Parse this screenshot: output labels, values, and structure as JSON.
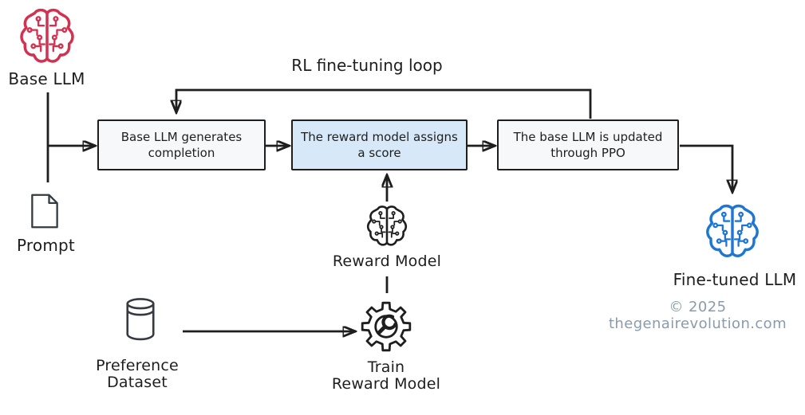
{
  "diagram": {
    "loop_label": "RL fine-tuning loop",
    "ink_color": "#1e1e1e",
    "boxes": {
      "generate": {
        "text": "Base LLM generates\ncompletion",
        "fill": "#f6f8fa"
      },
      "score": {
        "text": "The reward model assigns\na score",
        "fill": "#d7e9f8"
      },
      "ppo": {
        "text": "The base LLM is updated\nthrough PPO",
        "fill": "#f6f8fa"
      }
    },
    "nodes": {
      "base_llm": {
        "label": "Base LLM",
        "color": "#d23150",
        "icon": "brain-circuit-icon"
      },
      "prompt": {
        "label": "Prompt",
        "color": "#343a40",
        "icon": "document-icon"
      },
      "reward_model": {
        "label": "Reward Model",
        "color": "#1e1e1e",
        "icon": "brain-circuit-icon"
      },
      "train_reward_model": {
        "label": "Train\nReward Model",
        "color": "#1e1e1e",
        "icon": "gear-wrench-icon"
      },
      "preference_dataset": {
        "label": "Preference\nDataset",
        "color": "#343a40",
        "icon": "database-icon"
      },
      "fine_tuned_llm": {
        "label": "Fine-tuned LLM",
        "color": "#1d76d2",
        "icon": "brain-circuit-icon"
      }
    },
    "footer": {
      "copyright": "© 2025 thegenairevolution.com",
      "color": "#8a9bab"
    }
  }
}
